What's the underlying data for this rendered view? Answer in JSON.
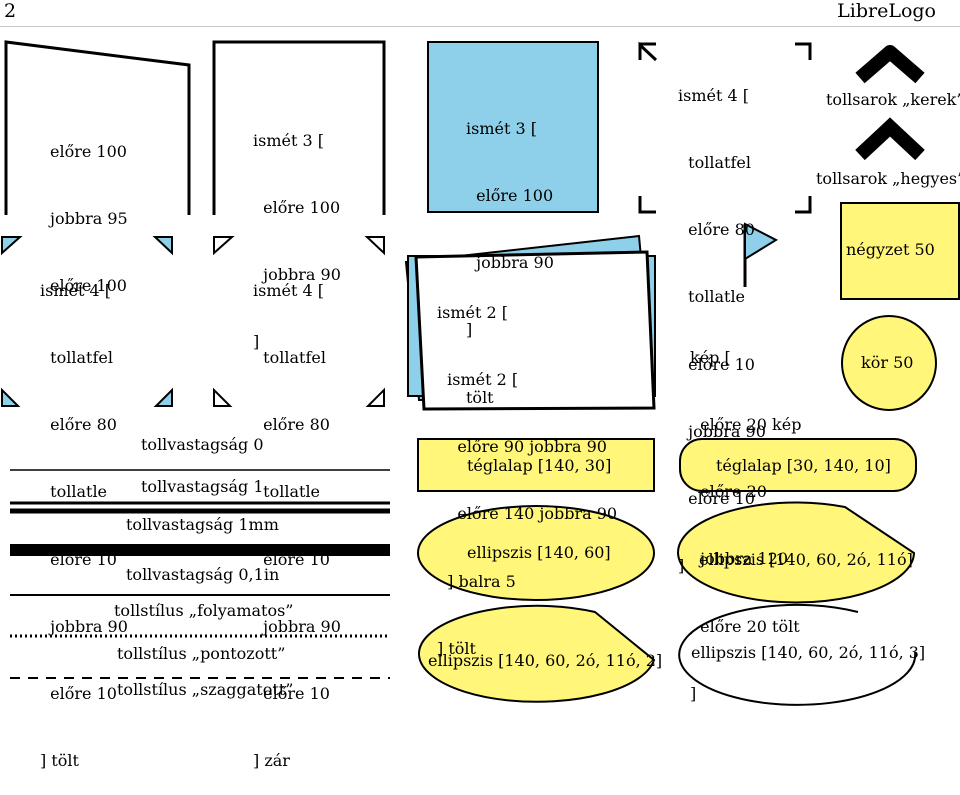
{
  "header": {
    "page_number": "2",
    "title": "LibreLogo"
  },
  "colors": {
    "fill_blue": "#8ecfe9",
    "fill_yellow": "#fff67a",
    "stroke": "#000000"
  },
  "panels": {
    "p1": {
      "lines": [
        "előre 100",
        "jobbra 95",
        "előre 100"
      ]
    },
    "p2": {
      "lines": [
        "ismét 3 [",
        "  előre 100",
        "  jobbra 90",
        "]"
      ]
    },
    "p3": {
      "lines": [
        "ismét 3 [",
        "  előre 100",
        "  jobbra 90",
        "]",
        "tölt"
      ]
    },
    "p4": {
      "lines": [
        "ismét 4 [",
        "  tollatfel",
        "  előre 80",
        "  tollatle",
        "  előre 10",
        "  jobbra 90",
        "  előre 10",
        "]"
      ]
    },
    "p5": {
      "kerek": "tollsarok „kerek”",
      "hegyes": "tollsarok „hegyes”"
    },
    "p6": {
      "lines": [
        "ismét 4 [",
        "  tollatfel",
        "  előre 80",
        "  tollatle",
        "  előre 10",
        "  jobbra 90",
        "  előre 10",
        "] tölt"
      ]
    },
    "p7": {
      "lines": [
        "ismét 4 [",
        "  tollatfel",
        "  előre 80",
        "  tollatle",
        "  előre 10",
        "  jobbra 90",
        "  előre 10",
        "] zár"
      ]
    },
    "p8": {
      "lines": [
        "ismét 2 [",
        "  ismét 2 [",
        "    előre 90 jobbra 90",
        "    előre 140 jobbra 90",
        "  ] balra 5",
        "] tölt"
      ]
    },
    "p9": {
      "lines": [
        "kép [",
        "  előre 20 kép",
        "  előre 20",
        "  jobbra 120",
        "  előre 20 tölt",
        "]"
      ]
    },
    "p10": {
      "square": "négyzet 50",
      "circle": "kör 50"
    },
    "pens": {
      "w0": "tollvastagság 0",
      "w1": "tollvastagság 1",
      "w1mm": "tollvastagság 1mm",
      "w01in": "tollvastagság 0,1in",
      "solid": "tollstílus „folyamatos”",
      "dotted": "tollstílus „pontozott”",
      "dashed": "tollstílus „szaggatott”"
    },
    "shapes": {
      "rect1": "téglalap [140, 30]",
      "rect2": "téglalap [30, 140, 10]",
      "ell1": "ellipszis [140, 60]",
      "ell2": "ellipszis [140, 60, 2ó, 11ó]",
      "ell3": "ellipszis [140, 60, 2ó, 11ó, 2]",
      "ell4": "ellipszis [140, 60, 2ó, 11ó, 3]"
    }
  }
}
